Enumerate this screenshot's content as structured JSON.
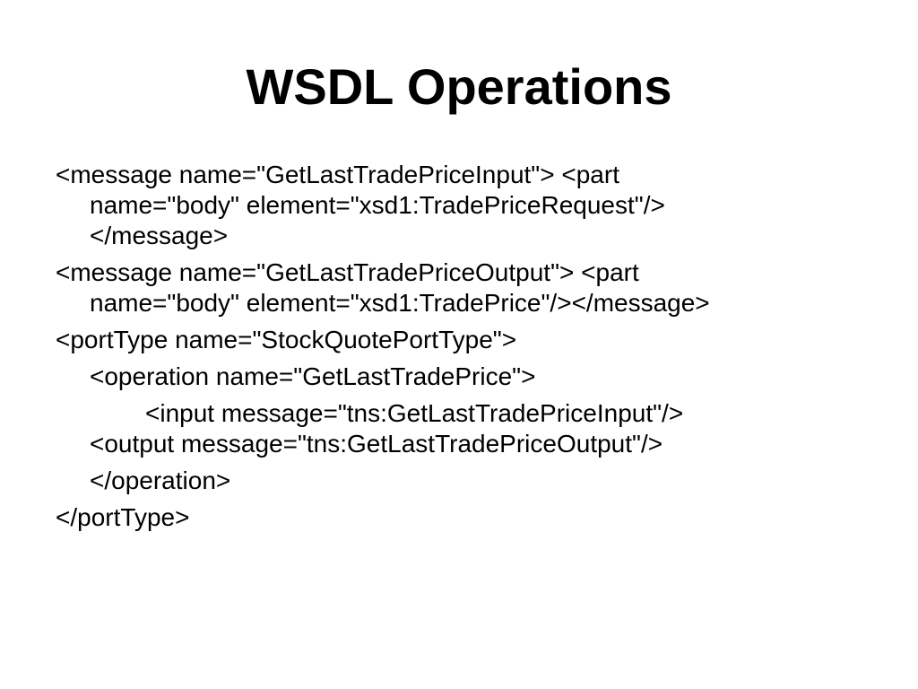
{
  "slide": {
    "title": "WSDL Operations",
    "lines": [
      "<message name=\"GetLastTradePriceInput\"> <part",
      "name=\"body\" element=\"xsd1:TradePriceRequest\"/>",
      "</message>",
      "<message name=\"GetLastTradePriceOutput\"> <part",
      "name=\"body\" element=\"xsd1:TradePrice\"/></message>",
      "<portType name=\"StockQuotePortType\">",
      "<operation name=\"GetLastTradePrice\">",
      "<input message=\"tns:GetLastTradePriceInput\"/>",
      "<output message=\"tns:GetLastTradePriceOutput\"/>",
      "</operation>",
      "</portType>"
    ]
  }
}
